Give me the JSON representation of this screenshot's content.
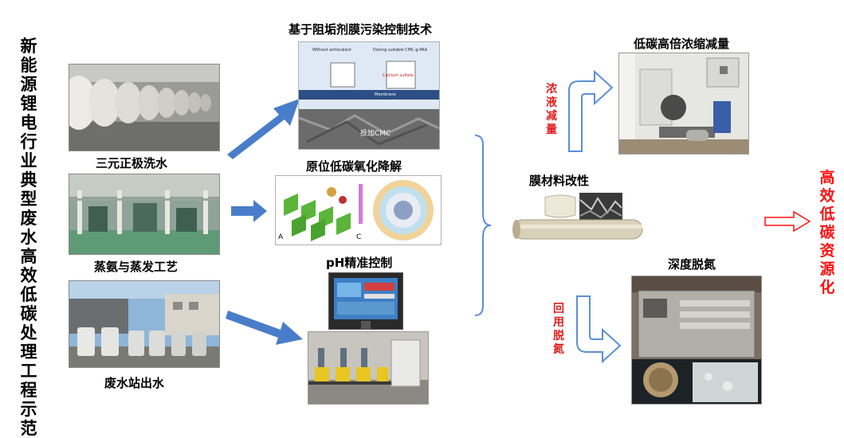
{
  "title_vertical": "新能源锂电行业典型废水高效低碳处理工程示范",
  "sources": [
    {
      "label": "三元正极洗水",
      "photo_icon": "industrial-tanks-photo"
    },
    {
      "label": "蒸氨与蒸发工艺",
      "photo_icon": "evaporation-plant-photo"
    },
    {
      "label": "废水站出水",
      "photo_icon": "wastewater-station-photo"
    }
  ],
  "techniques": [
    {
      "label": "基于阻垢剂膜污染控制技术",
      "photo_icon": "membrane-fouling-diagram",
      "panel_texts": [
        "Without antiscalant",
        "Dosing suitable CMC-g-PAA",
        "Calcium sulfate",
        "Membrane"
      ],
      "sem_caption": "投加CMC"
    },
    {
      "label": "原位低碳氧化降解",
      "photo_icon": "oxidation-mechanism-diagram",
      "panel_letters": [
        "A",
        "C"
      ]
    },
    {
      "label": "pH精准控制",
      "photo_icon": "ph-control-panel-photo"
    }
  ],
  "center": {
    "label": "膜材料改性",
    "photo_icon": "membrane-module-photo"
  },
  "outputs": [
    {
      "label": "低碳高倍浓缩减量",
      "arrow_text": "浓液减量",
      "photo_icon": "concentration-equipment-photo"
    },
    {
      "label": "深度脱氮",
      "arrow_text": "回用脱氮",
      "photo_icon": "denitrification-unit-photo"
    }
  ],
  "final_label": "高效低碳资源化",
  "colors": {
    "arrow_fill": "#4a7dc9",
    "outline_arrow": "#5b8fd6",
    "red_text": "#e02020",
    "final_red": "#ff1010"
  }
}
